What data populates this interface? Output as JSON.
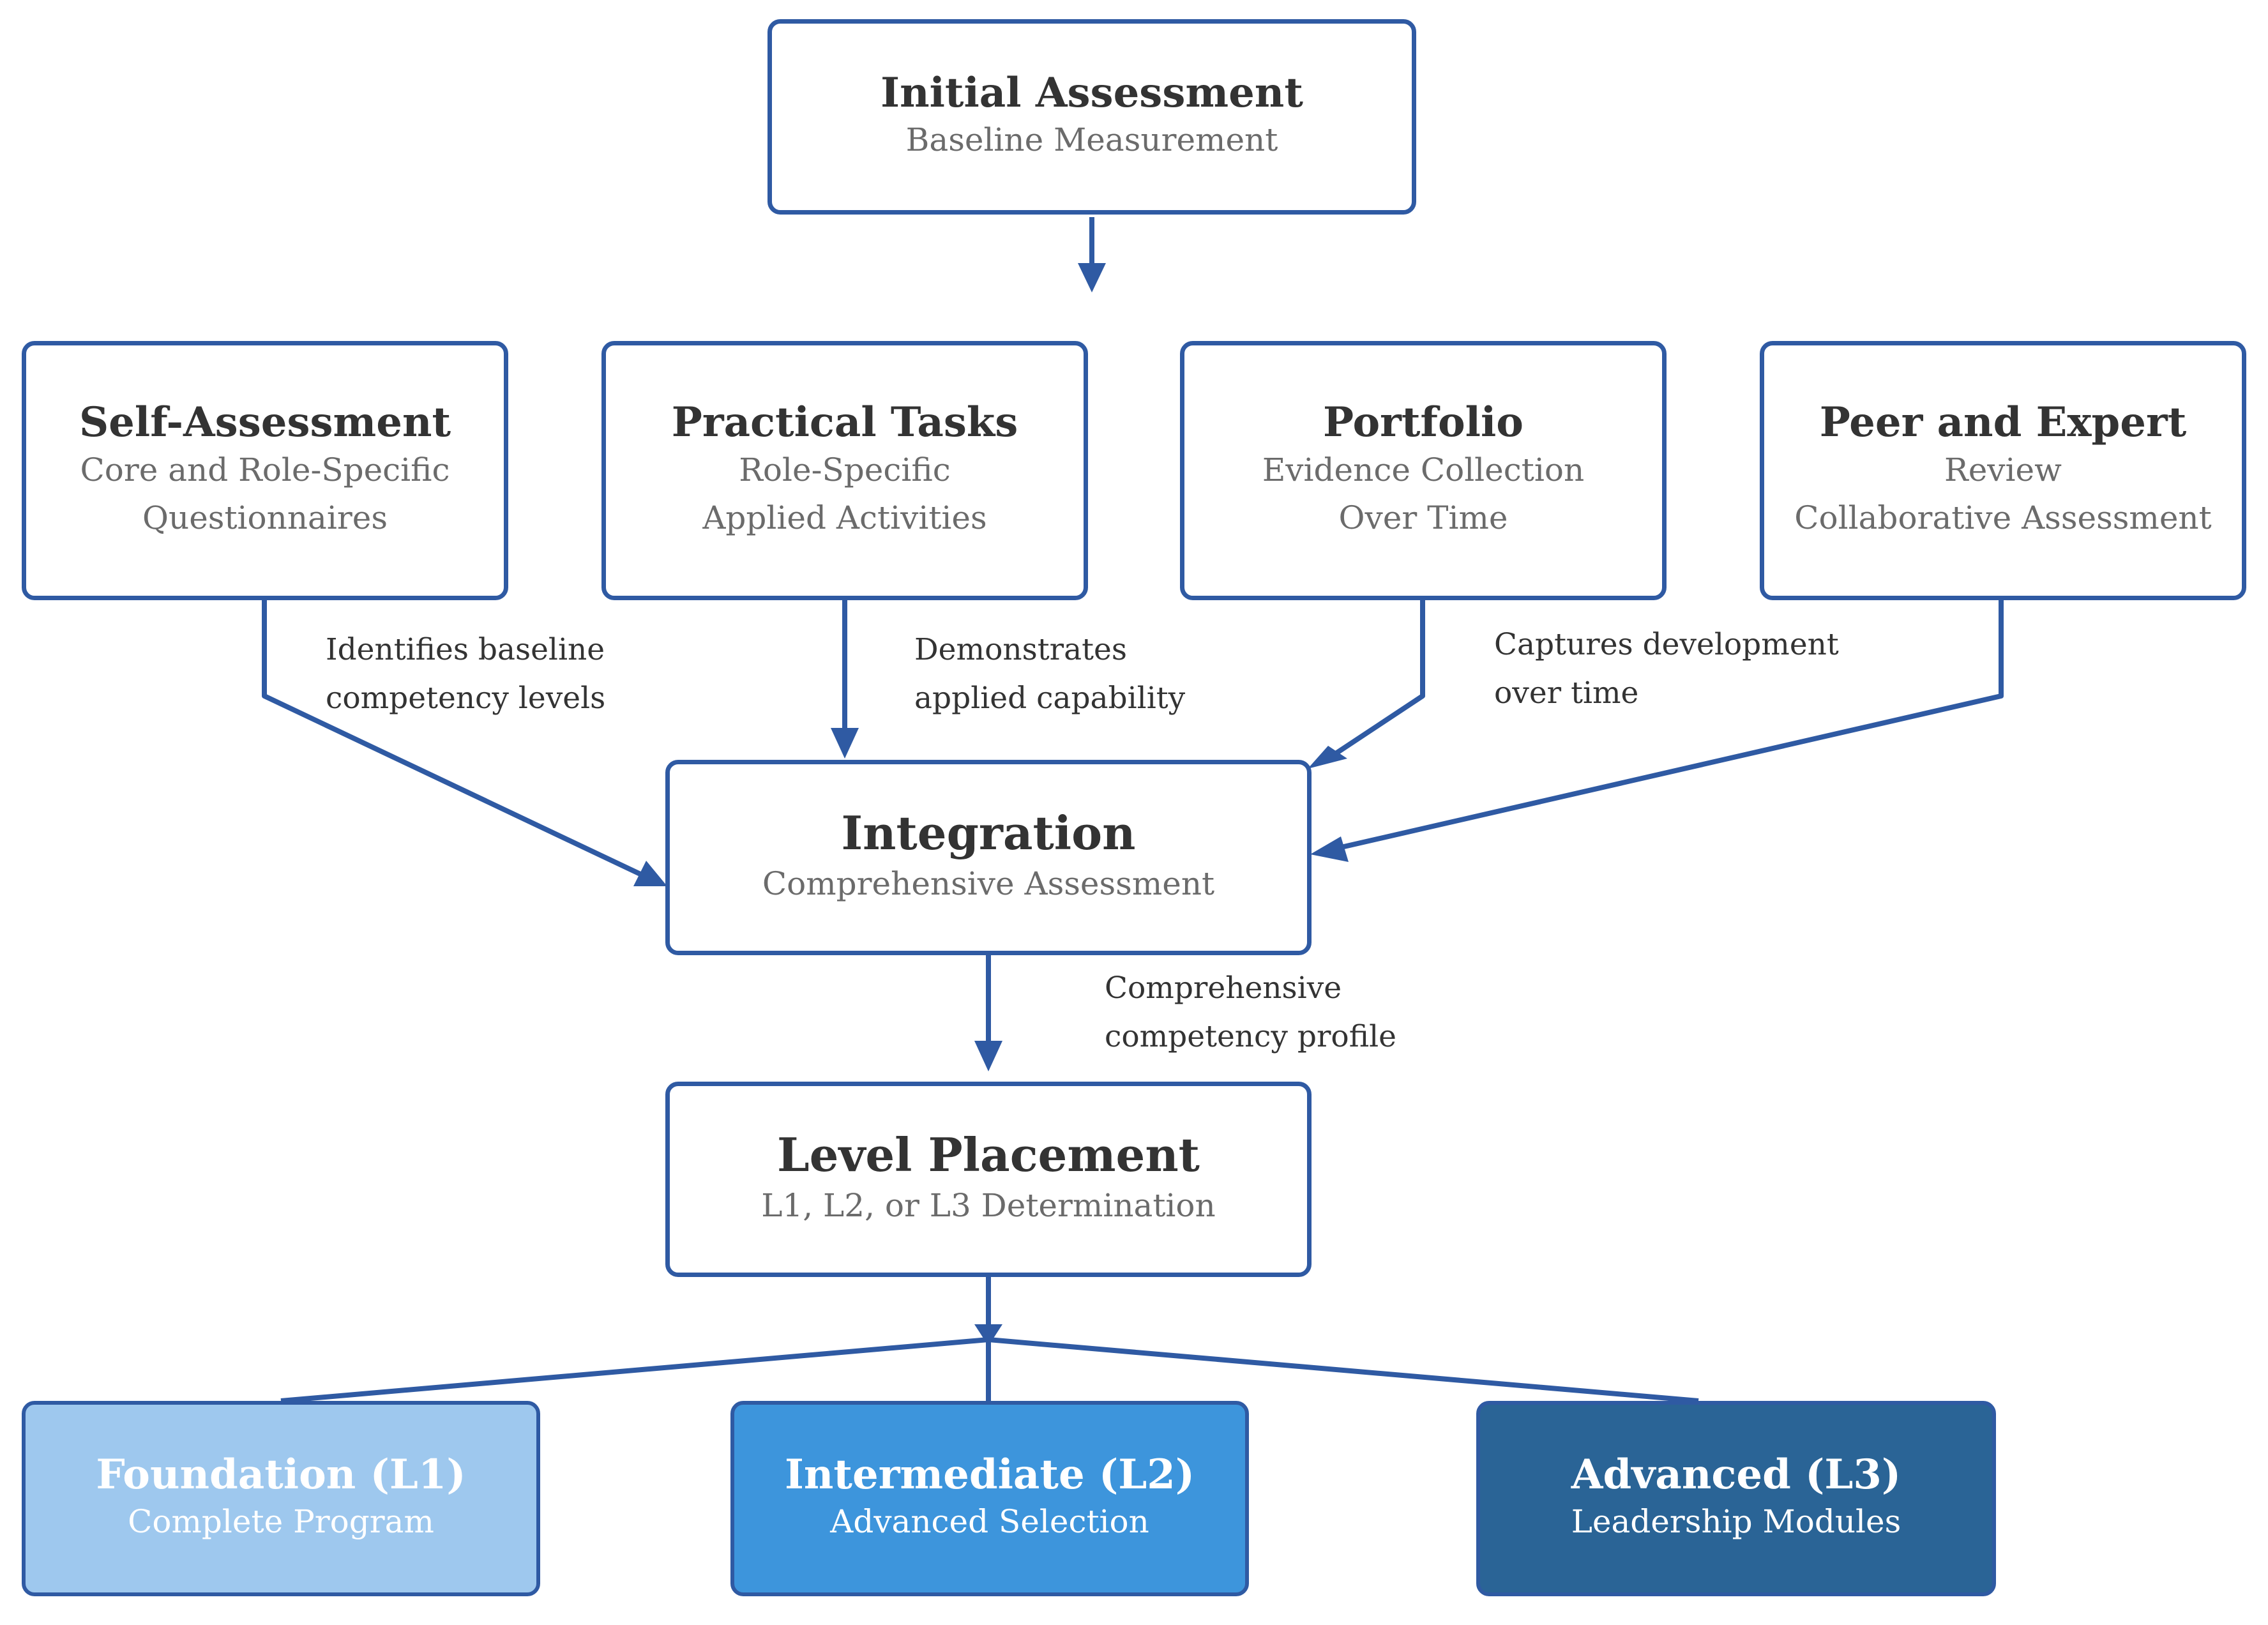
{
  "nodes": {
    "initial": {
      "title": "Initial Assessment",
      "subtitle": "Baseline Measurement"
    },
    "self": {
      "title": "Self-Assessment",
      "subtitle": "Core and Role-Specific\nQuestionnaires"
    },
    "practical": {
      "title": "Practical Tasks",
      "subtitle": "Role-Specific\nApplied Activities"
    },
    "portfolio": {
      "title": "Portfolio",
      "subtitle": "Evidence Collection\nOver Time"
    },
    "peer": {
      "title": "Peer and Expert",
      "subtitle": "Review\nCollaborative Assessment"
    },
    "integration": {
      "title": "Integration",
      "subtitle": "Comprehensive Assessment"
    },
    "placement": {
      "title": "Level Placement",
      "subtitle": "L1, L2, or L3 Determination"
    },
    "l1": {
      "title": "Foundation (L1)",
      "subtitle": "Complete Program"
    },
    "l2": {
      "title": "Intermediate (L2)",
      "subtitle": "Advanced Selection"
    },
    "l3": {
      "title": "Advanced (L3)",
      "subtitle": "Leadership Modules"
    }
  },
  "edge_labels": {
    "self_to_integration": "Identifies baseline\ncompetency levels",
    "practical_to_integration": "Demonstrates\napplied capability",
    "portfolio_to_integration": "Captures development\nover time",
    "integration_to_placement": "Comprehensive\ncompetency profile"
  },
  "colors": {
    "border": "#2f5aa3",
    "l1_fill": "#9ec8ee",
    "l2_fill": "#3d95dc",
    "l3_fill": "#2a6496"
  }
}
